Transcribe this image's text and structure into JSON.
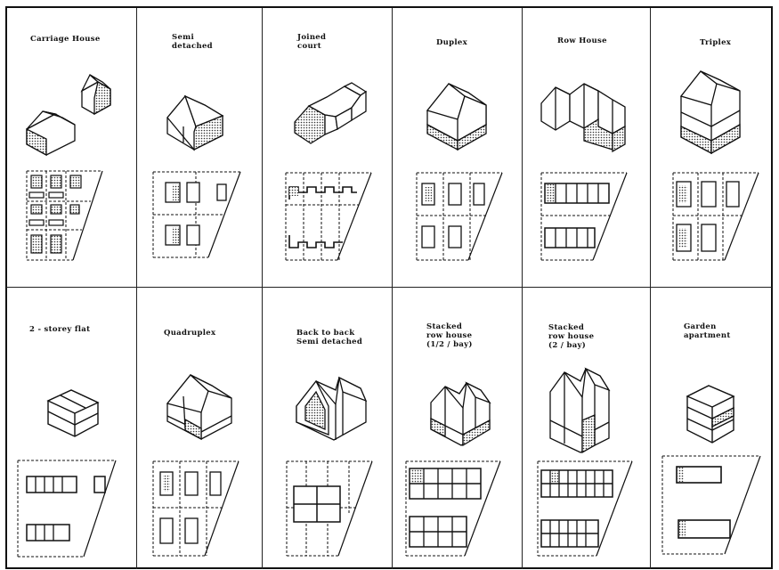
{
  "row1": {
    "carriage_house": "Carriage House",
    "semi_detached": "Semi\ndetached",
    "joined_court": "Joined\ncourt",
    "duplex": "Duplex",
    "row_house": "Row House",
    "triplex": "Triplex"
  },
  "row2": {
    "two_storey_flat": "2 - storey flat",
    "quadruplex": "Quadruplex",
    "back_to_back": "Back to back\nSemi detached",
    "stacked_row_half": "Stacked\nrow house\n(1/2 / bay)",
    "stacked_row_two": "Stacked\nrow house\n(2 / bay)",
    "garden_apartment": "Garden\napartment"
  }
}
